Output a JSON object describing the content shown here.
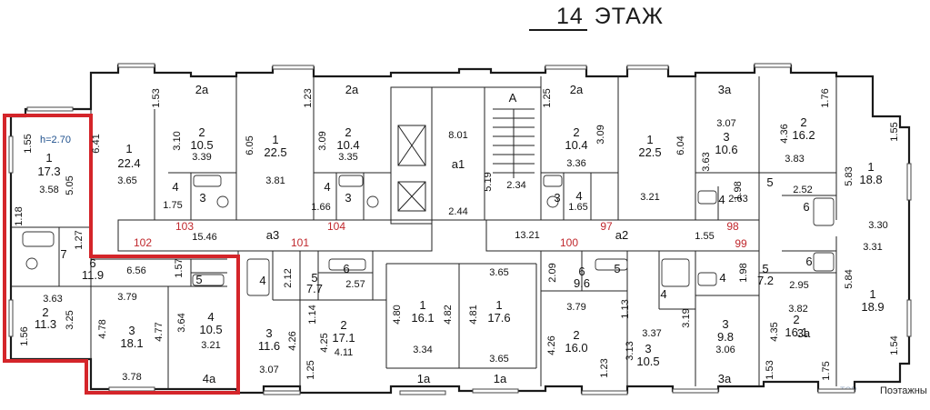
{
  "header": {
    "floor_number": "14",
    "floor_word": "ЭТАЖ"
  },
  "ceiling_label": "h=2.70",
  "footer": {
    "label": "Поэтажны"
  },
  "watermark": "TOP",
  "highlight_color": "#d4252a",
  "apartment_colors": {
    "walls": "#1a1a1a",
    "apartment_number": "#c0282d",
    "ceiling_label": "#1d4f8c"
  },
  "apartments": [
    "102",
    "103",
    "104",
    "101",
    "100",
    "97",
    "98",
    "99"
  ],
  "corridors": [
    "a3",
    "a1",
    "a2",
    "A"
  ],
  "rooms": [
    {
      "num": "1",
      "area": "17.3"
    },
    {
      "num": "7",
      "area": ""
    },
    {
      "num": "2",
      "area": "11.3"
    },
    {
      "num": "6",
      "area": "11.9"
    },
    {
      "num": "3",
      "area": "18.1"
    },
    {
      "num": "4",
      "area": "10.5"
    },
    {
      "num": "5",
      "area": ""
    },
    {
      "num": "4a",
      "area": ""
    },
    {
      "num": "1",
      "area": "22.4"
    },
    {
      "num": "2",
      "area": "10.5"
    },
    {
      "num": "2a",
      "area": ""
    },
    {
      "num": "4",
      "area": ""
    },
    {
      "num": "3",
      "area": ""
    },
    {
      "num": "1",
      "area": "22.5"
    },
    {
      "num": "2",
      "area": "10.4"
    },
    {
      "num": "2a",
      "area": ""
    },
    {
      "num": "4",
      "area": ""
    },
    {
      "num": "3",
      "area": ""
    },
    {
      "num": "4",
      "area": ""
    },
    {
      "num": "5",
      "area": "7.7"
    },
    {
      "num": "6",
      "area": ""
    },
    {
      "num": "3",
      "area": "11.6"
    },
    {
      "num": "2",
      "area": "17.1"
    },
    {
      "num": "1",
      "area": "16.1"
    },
    {
      "num": "1",
      "area": "17.6"
    },
    {
      "num": "1a",
      "area": ""
    },
    {
      "num": "1a",
      "area": ""
    },
    {
      "num": "2",
      "area": "10.4"
    },
    {
      "num": "2a",
      "area": ""
    },
    {
      "num": "1",
      "area": "22.5"
    },
    {
      "num": "3",
      "area": ""
    },
    {
      "num": "4",
      "area": ""
    },
    {
      "num": "6",
      "area": "9.6"
    },
    {
      "num": "5",
      "area": ""
    },
    {
      "num": "4",
      "area": ""
    },
    {
      "num": "2",
      "area": "16.0"
    },
    {
      "num": "3",
      "area": "10.5"
    },
    {
      "num": "3a",
      "area": ""
    },
    {
      "num": "3",
      "area": "10.6"
    },
    {
      "num": "2",
      "area": "16.2"
    },
    {
      "num": "3a",
      "area": ""
    },
    {
      "num": "4",
      "area": ""
    },
    {
      "num": "5",
      "area": ""
    },
    {
      "num": "6",
      "area": ""
    },
    {
      "num": "1",
      "area": "18.8"
    },
    {
      "num": "5",
      "area": "7.2"
    },
    {
      "num": "6",
      "area": ""
    },
    {
      "num": "4",
      "area": ""
    },
    {
      "num": "3",
      "area": "9.8"
    },
    {
      "num": "3a",
      "area": ""
    },
    {
      "num": "2",
      "area": "16.1"
    },
    {
      "num": "1",
      "area": "18.9"
    }
  ],
  "dimensions": [
    "1.55",
    "3.58",
    "5.05",
    "1.18",
    "1.27",
    "3.63",
    "3.25",
    "1.56",
    "6.56",
    "1.57",
    "3.79",
    "4.78",
    "4.77",
    "3.78",
    "3.64",
    "3.21",
    "6.41",
    "1.53",
    "3.10",
    "3.39",
    "3.65",
    "1.75",
    "6.05",
    "1.23",
    "3.09",
    "3.35",
    "3.81",
    "1.66",
    "15.46",
    "8.01",
    "5.19",
    "2.34",
    "2.44",
    "13.21",
    "1.25",
    "3.09",
    "3.36",
    "1.65",
    "6.04",
    "3.21",
    "3.07",
    "3.63",
    "1.98",
    "2.63",
    "2.52",
    "4.36",
    "1.76",
    "3.83",
    "1.55",
    "5.83",
    "3.30",
    "2.12",
    "2.57",
    "1.14",
    "4.26",
    "3.07",
    "1.25",
    "4.25",
    "4.11",
    "4.80",
    "4.82",
    "3.34",
    "4.81",
    "3.65",
    "3.65",
    "2.09",
    "3.79",
    "1.13",
    "4.26",
    "1.23",
    "3.13",
    "3.37",
    "3.19",
    "3.06",
    "4.35",
    "3.82",
    "1.53",
    "1.75",
    "1.98",
    "2.95",
    "3.31",
    "5.84",
    "1.54",
    "1.55"
  ]
}
